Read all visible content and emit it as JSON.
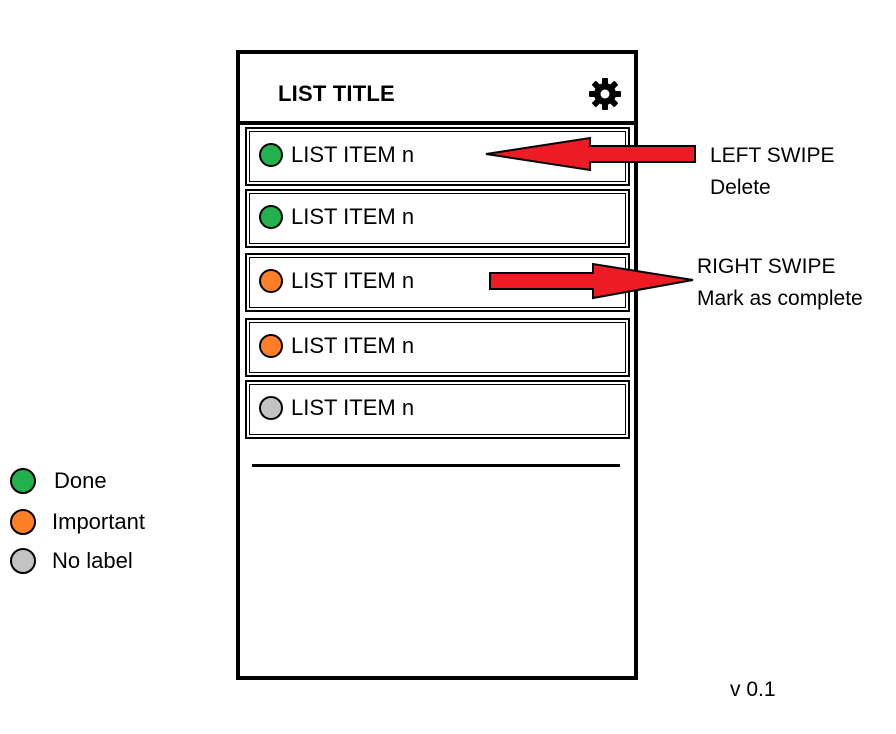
{
  "app": {
    "title": "LIST TITLE",
    "version": "v 0.1"
  },
  "list": {
    "items": [
      {
        "label": "LIST ITEM n",
        "status": "done",
        "color": "#22b14c"
      },
      {
        "label": "LIST ITEM n",
        "status": "done",
        "color": "#22b14c"
      },
      {
        "label": "LIST ITEM n",
        "status": "important",
        "color": "#ff7f27"
      },
      {
        "label": "LIST ITEM n",
        "status": "important",
        "color": "#ff7f27"
      },
      {
        "label": "LIST ITEM n",
        "status": "no-label",
        "color": "#c3c3c3"
      }
    ]
  },
  "annotations": {
    "left_swipe": {
      "line1": "LEFT SWIPE",
      "line2": "Delete"
    },
    "right_swipe": {
      "line1": "RIGHT SWIPE",
      "line2": "Mark as complete"
    },
    "arrow_color": "#ed1c24"
  },
  "legend": [
    {
      "label": "Done",
      "color": "#22b14c"
    },
    {
      "label": "Important",
      "color": "#ff7f27"
    },
    {
      "label": "No label",
      "color": "#c3c3c3"
    }
  ],
  "icons": {
    "settings": "gear-icon"
  }
}
